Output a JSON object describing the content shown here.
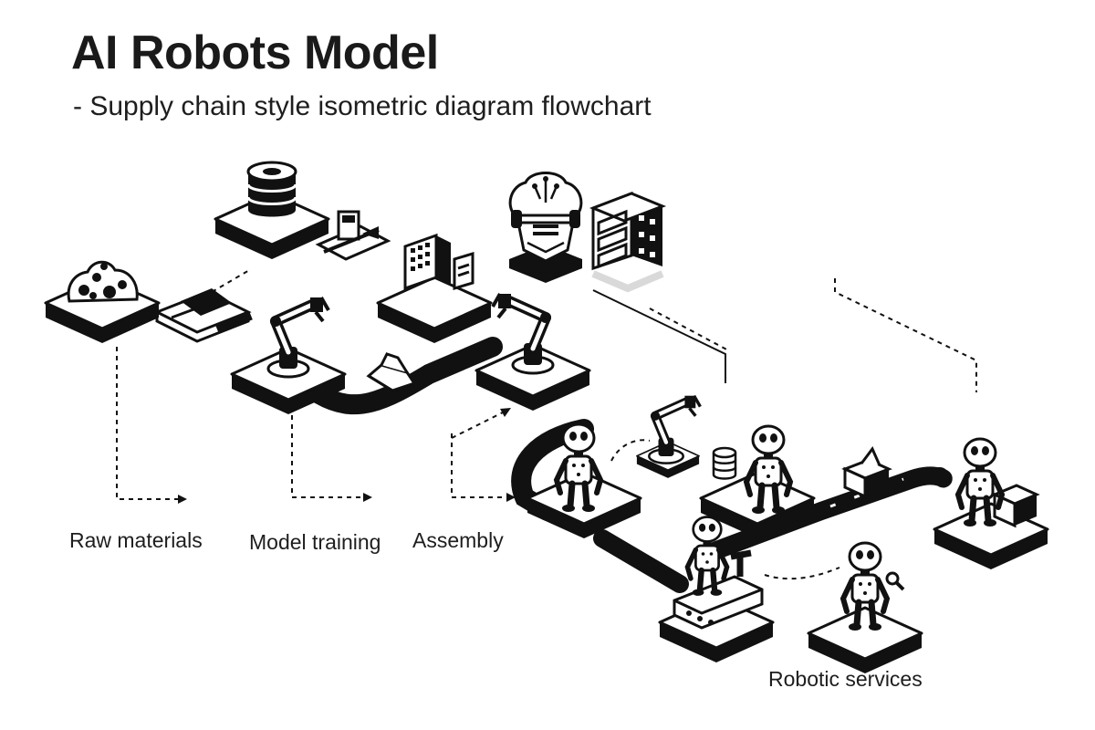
{
  "title": "AI Robots Model",
  "subtitle": "- Supply chain style isometric diagram flowchart",
  "stages": [
    {
      "label": "Raw materials"
    },
    {
      "label": "Model training"
    },
    {
      "label": "Assembly"
    },
    {
      "label": "Robotic services"
    }
  ],
  "colors": {
    "ink": "#111111",
    "platform": "#ffffff",
    "shadow": "#d9d9d9",
    "text": "#1e1e1e"
  },
  "icons": [
    "database-icon",
    "ore-pile-icon",
    "conveyor-icon",
    "robot-arm-icon",
    "server-rack-icon",
    "ai-brain-head-icon",
    "humanoid-robot-icon",
    "package-icon"
  ]
}
